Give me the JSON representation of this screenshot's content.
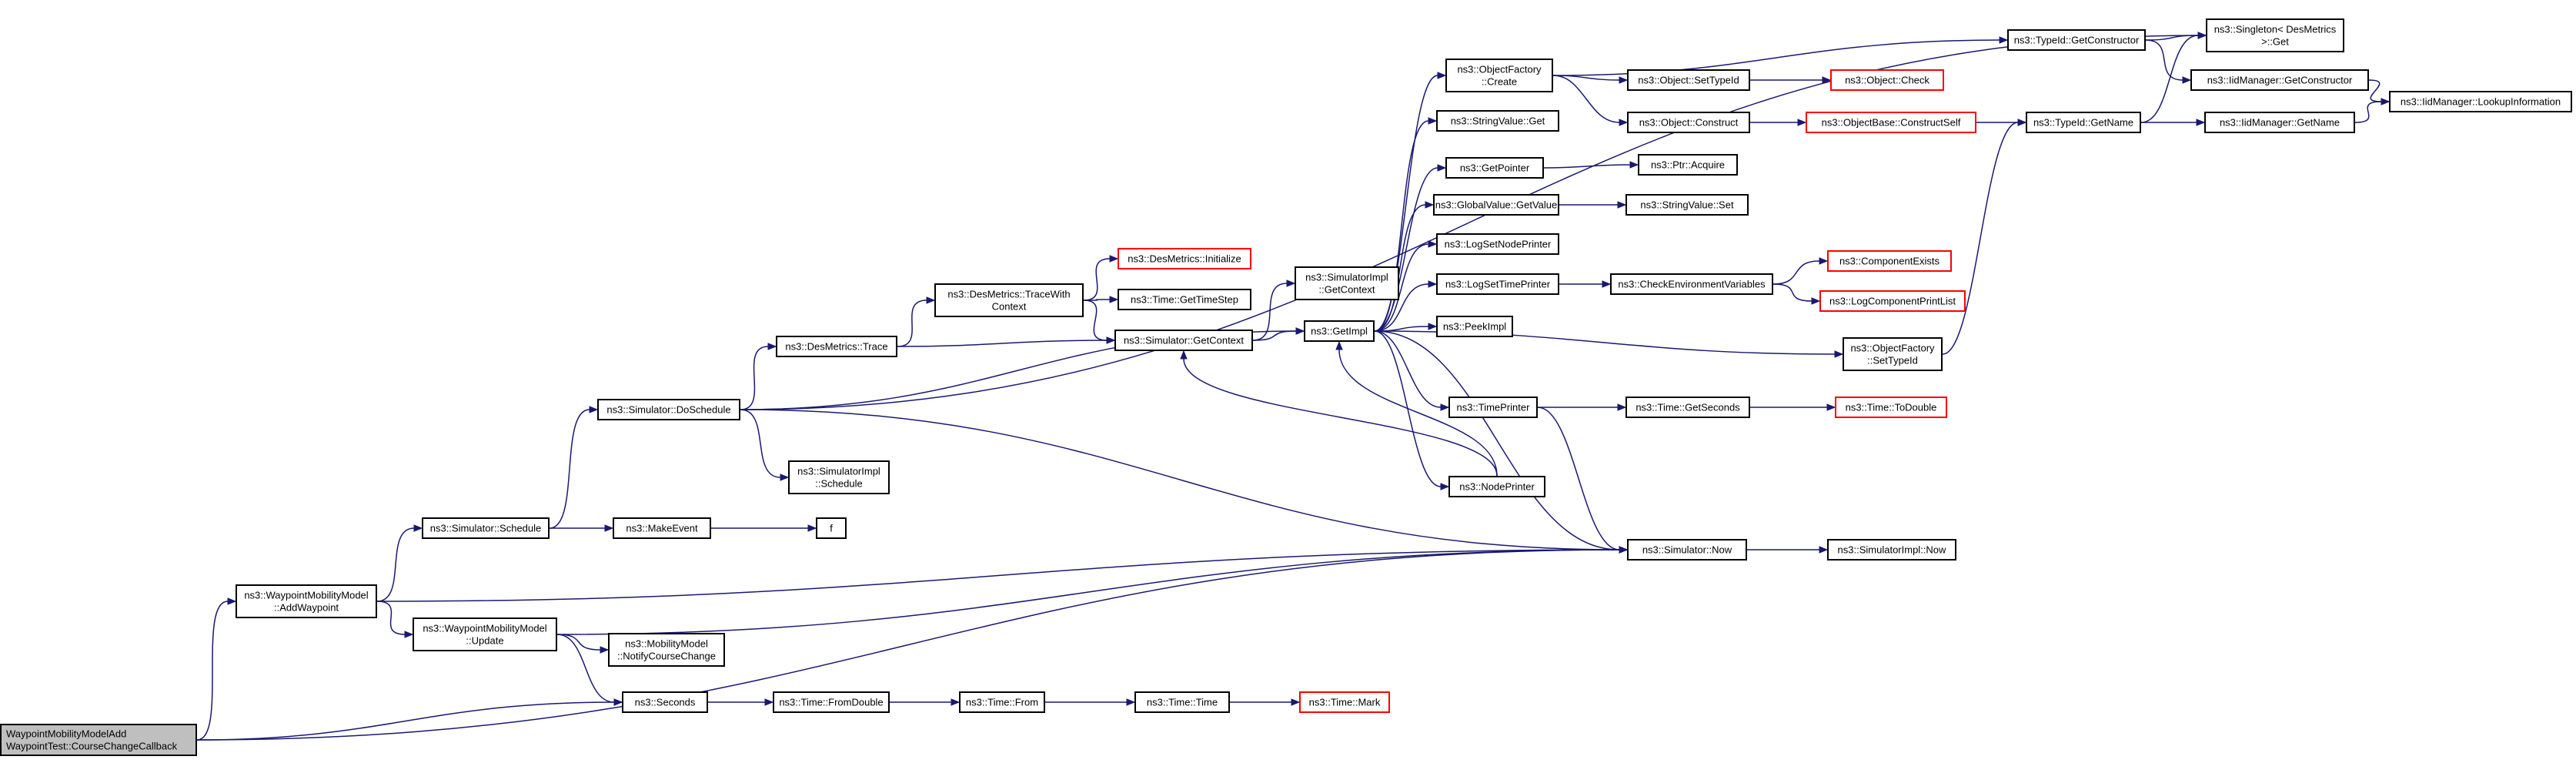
{
  "colors": {
    "edge": "#191970",
    "node_border": "#000000",
    "node_border_truncated": "#ff0000",
    "node_fill": "#ffffff",
    "root_fill": "#bfbfbf"
  },
  "nodes": [
    {
      "id": "root",
      "lines": [
        "WaypointMobilityModelAdd",
        "WaypointTest::CourseChangeCallback"
      ],
      "kind": "root"
    },
    {
      "id": "addwp",
      "lines": [
        "ns3::WaypointMobilityModel",
        "::AddWaypoint"
      ],
      "kind": "normal"
    },
    {
      "id": "schedule",
      "lines": [
        "ns3::Simulator::Schedule"
      ],
      "kind": "normal"
    },
    {
      "id": "update",
      "lines": [
        "ns3::WaypointMobilityModel",
        "::Update"
      ],
      "kind": "normal"
    },
    {
      "id": "seconds",
      "lines": [
        "ns3::Seconds"
      ],
      "kind": "normal"
    },
    {
      "id": "doschedule",
      "lines": [
        "ns3::Simulator::DoSchedule"
      ],
      "kind": "normal"
    },
    {
      "id": "makeevent",
      "lines": [
        "ns3::MakeEvent"
      ],
      "kind": "normal"
    },
    {
      "id": "f",
      "lines": [
        "f"
      ],
      "kind": "normal"
    },
    {
      "id": "notify",
      "lines": [
        "ns3::MobilityModel",
        "::NotifyCourseChange"
      ],
      "kind": "normal"
    },
    {
      "id": "fromdouble",
      "lines": [
        "ns3::Time::FromDouble"
      ],
      "kind": "normal"
    },
    {
      "id": "from",
      "lines": [
        "ns3::Time::From"
      ],
      "kind": "normal"
    },
    {
      "id": "timetime",
      "lines": [
        "ns3::Time::Time"
      ],
      "kind": "normal"
    },
    {
      "id": "mark",
      "lines": [
        "ns3::Time::Mark"
      ],
      "kind": "truncated"
    },
    {
      "id": "destrace",
      "lines": [
        "ns3::DesMetrics::Trace"
      ],
      "kind": "normal"
    },
    {
      "id": "simimplsched",
      "lines": [
        "ns3::SimulatorImpl",
        "::Schedule"
      ],
      "kind": "normal"
    },
    {
      "id": "tracectx",
      "lines": [
        "ns3::DesMetrics::TraceWith",
        "Context"
      ],
      "kind": "normal"
    },
    {
      "id": "desinit",
      "lines": [
        "ns3::DesMetrics::Initialize"
      ],
      "kind": "truncated"
    },
    {
      "id": "gettimestep",
      "lines": [
        "ns3::Time::GetTimeStep"
      ],
      "kind": "normal"
    },
    {
      "id": "getcontext",
      "lines": [
        "ns3::Simulator::GetContext"
      ],
      "kind": "normal"
    },
    {
      "id": "simimplctx",
      "lines": [
        "ns3::SimulatorImpl",
        "::GetContext"
      ],
      "kind": "normal"
    },
    {
      "id": "getimpl",
      "lines": [
        "ns3::GetImpl"
      ],
      "kind": "normal"
    },
    {
      "id": "ofcreate",
      "lines": [
        "ns3::ObjectFactory",
        "::Create"
      ],
      "kind": "normal"
    },
    {
      "id": "strget",
      "lines": [
        "ns3::StringValue::Get"
      ],
      "kind": "normal"
    },
    {
      "id": "getpointer",
      "lines": [
        "ns3::GetPointer"
      ],
      "kind": "normal"
    },
    {
      "id": "gvget",
      "lines": [
        "ns3::GlobalValue::GetValue"
      ],
      "kind": "normal"
    },
    {
      "id": "lognode",
      "lines": [
        "ns3::LogSetNodePrinter"
      ],
      "kind": "normal"
    },
    {
      "id": "logtime",
      "lines": [
        "ns3::LogSetTimePrinter"
      ],
      "kind": "normal"
    },
    {
      "id": "peekimpl",
      "lines": [
        "ns3::PeekImpl"
      ],
      "kind": "normal"
    },
    {
      "id": "timeprinter",
      "lines": [
        "ns3::TimePrinter"
      ],
      "kind": "normal"
    },
    {
      "id": "nodeprinter",
      "lines": [
        "ns3::NodePrinter"
      ],
      "kind": "normal"
    },
    {
      "id": "settypeid",
      "lines": [
        "ns3::Object::SetTypeId"
      ],
      "kind": "normal"
    },
    {
      "id": "objconstruct",
      "lines": [
        "ns3::Object::Construct"
      ],
      "kind": "normal"
    },
    {
      "id": "ptracquire",
      "lines": [
        "ns3::Ptr::Acquire"
      ],
      "kind": "normal"
    },
    {
      "id": "strset",
      "lines": [
        "ns3::StringValue::Set"
      ],
      "kind": "normal"
    },
    {
      "id": "checkenv",
      "lines": [
        "ns3::CheckEnvironmentVariables"
      ],
      "kind": "normal"
    },
    {
      "id": "getseconds",
      "lines": [
        "ns3::Time::GetSeconds"
      ],
      "kind": "normal"
    },
    {
      "id": "simnow",
      "lines": [
        "ns3::Simulator::Now"
      ],
      "kind": "normal"
    },
    {
      "id": "objcheck",
      "lines": [
        "ns3::Object::Check"
      ],
      "kind": "truncated"
    },
    {
      "id": "constructself",
      "lines": [
        "ns3::ObjectBase::ConstructSelf"
      ],
      "kind": "truncated"
    },
    {
      "id": "compexists",
      "lines": [
        "ns3::ComponentExists"
      ],
      "kind": "truncated"
    },
    {
      "id": "logcomplist",
      "lines": [
        "ns3::LogComponentPrintList"
      ],
      "kind": "truncated"
    },
    {
      "id": "ofsettypeid",
      "lines": [
        "ns3::ObjectFactory",
        "::SetTypeId"
      ],
      "kind": "normal"
    },
    {
      "id": "todouble",
      "lines": [
        "ns3::Time::ToDouble"
      ],
      "kind": "truncated"
    },
    {
      "id": "simimplnow",
      "lines": [
        "ns3::SimulatorImpl::Now"
      ],
      "kind": "normal"
    },
    {
      "id": "tidgetctor",
      "lines": [
        "ns3::TypeId::GetConstructor"
      ],
      "kind": "normal"
    },
    {
      "id": "tidgetname",
      "lines": [
        "ns3::TypeId::GetName"
      ],
      "kind": "normal"
    },
    {
      "id": "singleton",
      "lines": [
        "ns3::Singleton< DesMetrics",
        ">::Get"
      ],
      "kind": "normal"
    },
    {
      "id": "iidgetctor",
      "lines": [
        "ns3::IidManager::GetConstructor"
      ],
      "kind": "normal"
    },
    {
      "id": "iidgetname",
      "lines": [
        "ns3::IidManager::GetName"
      ],
      "kind": "normal"
    },
    {
      "id": "iidlookup",
      "lines": [
        "ns3::IidManager::LookupInformation"
      ],
      "kind": "normal"
    }
  ],
  "edges": [
    [
      "root",
      "addwp"
    ],
    [
      "root",
      "seconds"
    ],
    [
      "root",
      "simnow"
    ],
    [
      "addwp",
      "schedule"
    ],
    [
      "addwp",
      "update"
    ],
    [
      "addwp",
      "simnow"
    ],
    [
      "schedule",
      "doschedule"
    ],
    [
      "schedule",
      "makeevent"
    ],
    [
      "makeevent",
      "f"
    ],
    [
      "update",
      "notify"
    ],
    [
      "update",
      "seconds"
    ],
    [
      "update",
      "simnow"
    ],
    [
      "seconds",
      "fromdouble"
    ],
    [
      "fromdouble",
      "from"
    ],
    [
      "from",
      "timetime"
    ],
    [
      "timetime",
      "mark"
    ],
    [
      "doschedule",
      "singleton"
    ],
    [
      "doschedule",
      "destrace"
    ],
    [
      "doschedule",
      "getimpl"
    ],
    [
      "doschedule",
      "simimplsched"
    ],
    [
      "doschedule",
      "simnow"
    ],
    [
      "destrace",
      "tracectx"
    ],
    [
      "destrace",
      "getcontext"
    ],
    [
      "tracectx",
      "desinit"
    ],
    [
      "tracectx",
      "gettimestep"
    ],
    [
      "tracectx",
      "getcontext"
    ],
    [
      "getcontext",
      "simimplctx"
    ],
    [
      "getcontext",
      "getimpl"
    ],
    [
      "getimpl",
      "ofcreate"
    ],
    [
      "getimpl",
      "strget"
    ],
    [
      "getimpl",
      "getpointer"
    ],
    [
      "getimpl",
      "gvget"
    ],
    [
      "getimpl",
      "lognode"
    ],
    [
      "getimpl",
      "logtime"
    ],
    [
      "getimpl",
      "peekimpl"
    ],
    [
      "getimpl",
      "ofsettypeid"
    ],
    [
      "getimpl",
      "timeprinter"
    ],
    [
      "getimpl",
      "nodeprinter"
    ],
    [
      "getimpl",
      "simnow"
    ],
    [
      "nodeprinter",
      "getcontext"
    ],
    [
      "nodeprinter",
      "getimpl"
    ],
    [
      "timeprinter",
      "getseconds"
    ],
    [
      "timeprinter",
      "simnow"
    ],
    [
      "ofcreate",
      "tidgetctor"
    ],
    [
      "ofcreate",
      "settypeid"
    ],
    [
      "ofcreate",
      "objconstruct"
    ],
    [
      "settypeid",
      "objcheck"
    ],
    [
      "objconstruct",
      "constructself"
    ],
    [
      "constructself",
      "tidgetname"
    ],
    [
      "getpointer",
      "ptracquire"
    ],
    [
      "gvget",
      "strset"
    ],
    [
      "logtime",
      "checkenv"
    ],
    [
      "checkenv",
      "compexists"
    ],
    [
      "checkenv",
      "logcomplist"
    ],
    [
      "getseconds",
      "todouble"
    ],
    [
      "simnow",
      "simimplnow"
    ],
    [
      "ofsettypeid",
      "tidgetname"
    ],
    [
      "tidgetctor",
      "singleton"
    ],
    [
      "tidgetctor",
      "iidgetctor"
    ],
    [
      "tidgetname",
      "singleton"
    ],
    [
      "tidgetname",
      "iidgetname"
    ],
    [
      "iidgetctor",
      "iidlookup"
    ],
    [
      "iidgetname",
      "iidlookup"
    ]
  ]
}
